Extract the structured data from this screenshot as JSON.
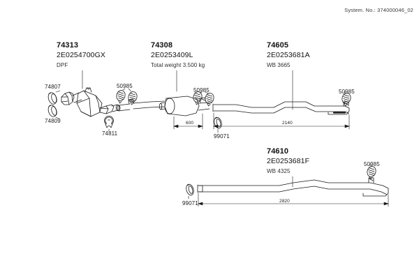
{
  "header": {
    "system_no_label": "System. No.:",
    "system_no_value": "374000046_02",
    "system_no_full": "System. No.:  374000046_02"
  },
  "groups": [
    {
      "id": "group-74313",
      "code": "74313",
      "part_number": "2E0254700GX",
      "note": "DPF"
    },
    {
      "id": "group-74308",
      "code": "74308",
      "part_number": "2E0253409L",
      "note": "Total weight 3.500 kg"
    },
    {
      "id": "group-74605",
      "code": "74605",
      "part_number": "2E0253681A",
      "note": "WB 3665"
    },
    {
      "id": "group-74610",
      "code": "74610",
      "part_number": "2E0253681F",
      "note": "WB 4325"
    }
  ],
  "callouts": {
    "seal_74807": "74807",
    "seal_74809": "74809",
    "clamp_74811": "74811",
    "clamp_front": "50985",
    "clamp_mid": "50985",
    "clamp_rear": "50985",
    "clamp_bottom": "50985",
    "gasket_mid": "99071",
    "gasket_bottom": "99071"
  },
  "dimensions": {
    "muffler_length": "600",
    "rear_pipe_upper": "2140",
    "rear_pipe_lower": "2820"
  },
  "colors": {
    "line": "#1a1a1a",
    "text": "#111111",
    "background": "#ffffff",
    "note_text": "#2e2e2e"
  }
}
